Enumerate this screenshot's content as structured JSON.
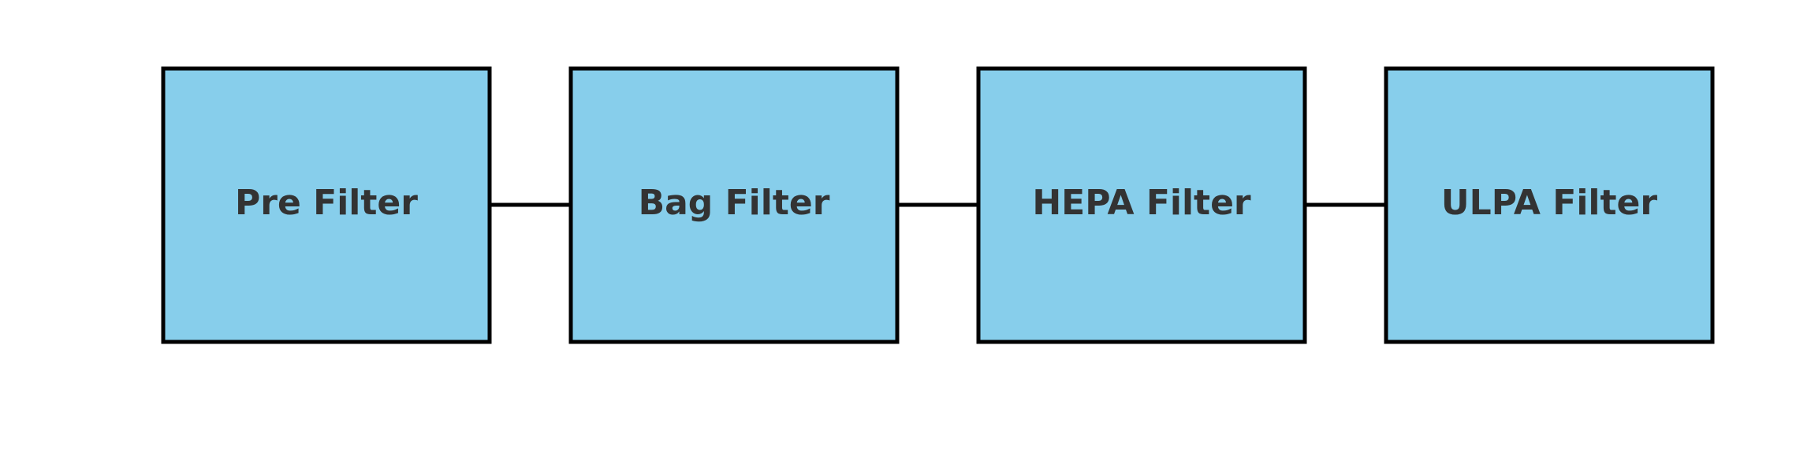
{
  "colors": {
    "box_fill": "#87CEEB",
    "box_stroke": "#000000",
    "label_text": "#333333",
    "arrow": "#000000"
  },
  "diagram": {
    "direction": "left-to-right",
    "nodes": [
      {
        "id": "pre",
        "label": "Pre Filter"
      },
      {
        "id": "bag",
        "label": "Bag Filter"
      },
      {
        "id": "hepa",
        "label": "HEPA Filter"
      },
      {
        "id": "ulpa",
        "label": "ULPA Filter"
      }
    ],
    "edges": [
      {
        "from": "pre",
        "to": "bag"
      },
      {
        "from": "bag",
        "to": "hepa"
      },
      {
        "from": "hepa",
        "to": "ulpa"
      }
    ]
  }
}
